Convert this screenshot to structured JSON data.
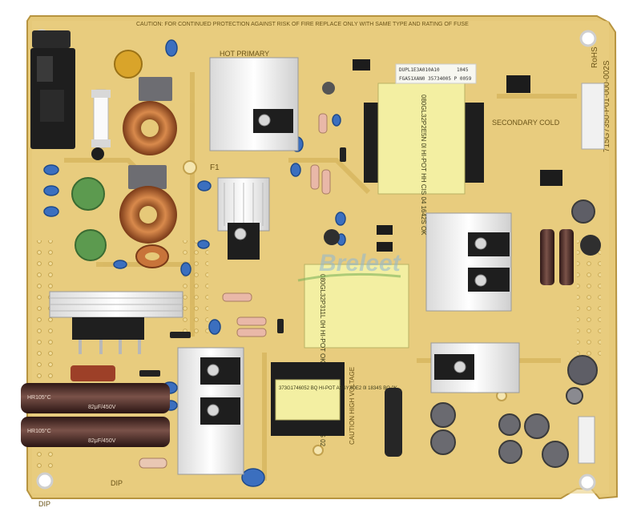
{
  "board": {
    "part_number": "715G7350-P01-000-002S",
    "label_primary": "HOT PRIMARY",
    "label_secondary": "SECONDARY COLD",
    "caution_text": "CAUTION: FOR CONTINUED PROTECTION AGAINST RISK OF FIRE REPLACE ONLY WITH SAME TYPE AND RATING OF FUSE",
    "rohs": "RoHS",
    "barcode_label_1": "DUPL1E3A010A10",
    "barcode_label_2": "FGA51XAN0 35734005 P 0059",
    "barcode_code": "1045",
    "fuse_rating": "F1",
    "watermark": "Breleet",
    "cap_text": "HR105°C",
    "cap_voltage": "82μF/450V",
    "transformer_main_text": "080GL32P2E5N  0l  HI-POT  HH  CIS  04  1642S  OK",
    "transformer_mid_text": "080GL32P311L  0H  HI-POT  OK  LI  TKL  DIC  CIS  04  1642S  02",
    "transformer_small_text": "373G1746052  BQ  HI-POT  ASSY  60E2  0l  1834S  BQ  0K",
    "hv_warning": "CAUTION HIGH VOLTAGE",
    "silk_dip_left": "DIP",
    "silk_dip_right": "DIP"
  },
  "colors": {
    "pcb": "#e8cd7c",
    "pcb_dark": "#c9a84a",
    "heatsink": "#f1f1f1",
    "transformer": "#f2ef9c",
    "electrolytic": "#4a2a26",
    "film_blue": "#3b6fbf",
    "copper": "#c8743a"
  }
}
